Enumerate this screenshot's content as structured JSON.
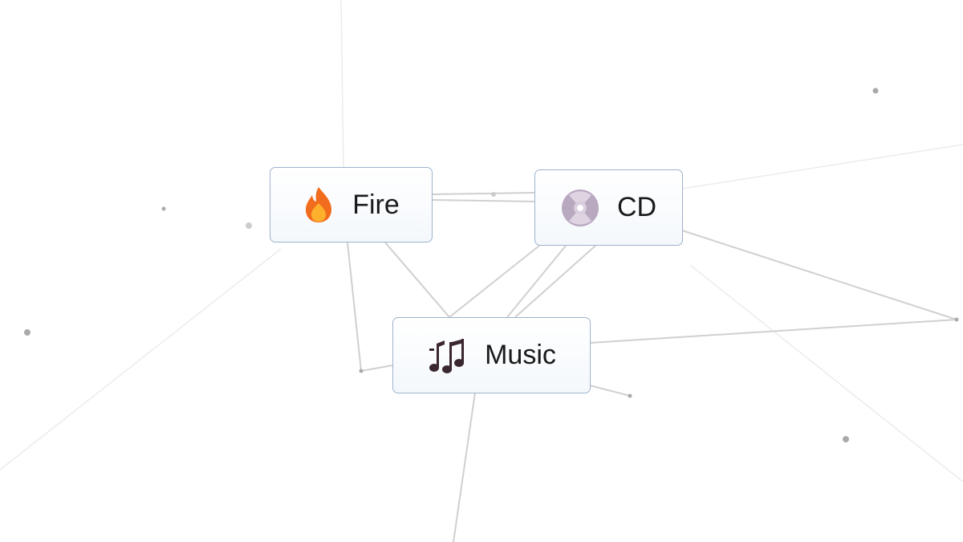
{
  "items": [
    {
      "label": "Fire",
      "icon": "fire-icon"
    },
    {
      "label": "CD",
      "icon": "cd-icon"
    },
    {
      "label": "Music",
      "icon": "music-notes-icon"
    }
  ],
  "colors": {
    "border": "#9fb3cf",
    "line": "#cfcfcf",
    "fire": "#f26c1d",
    "cd": "#b8a8c0",
    "music": "#3a2730"
  }
}
